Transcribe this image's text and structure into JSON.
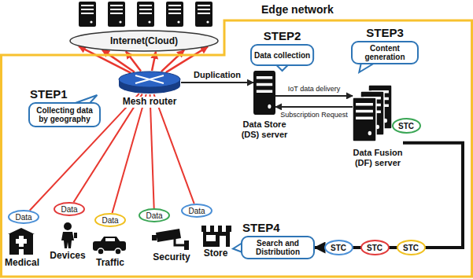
{
  "diagram": {
    "nodes": [
      {
        "text": [
          "Edge network"
        ]
      },
      {
        "text": [
          "Internet(Cloud)"
        ]
      },
      {
        "text": [
          "STEP1",
          "Collecting data by geography"
        ],
        "in": 0
      },
      {
        "text": [
          "Mesh router"
        ],
        "in": 0
      },
      {
        "text": [
          "STEP2",
          "Data collection"
        ],
        "in": 0
      },
      {
        "text": [
          "Data Store (DS) server"
        ],
        "in": 0
      },
      {
        "text": [
          "STEP3",
          "Content generation"
        ],
        "in": 0
      },
      {
        "text": [
          "Data Fusion (DF) server"
        ],
        "in": 0
      },
      {
        "text": [
          "STC"
        ],
        "in": 7
      },
      {
        "text": [
          "Data"
        ],
        "in": 0
      },
      {
        "text": [
          "Data"
        ],
        "in": 0
      },
      {
        "text": [
          "Data"
        ],
        "in": 0
      },
      {
        "text": [
          "Data"
        ],
        "in": 0
      },
      {
        "text": [
          "Data"
        ],
        "in": 0
      },
      {
        "text": [
          "STEP4",
          "Search and Distribution"
        ],
        "in": 0
      },
      {
        "text": [
          "STC"
        ],
        "in": 0
      },
      {
        "text": [
          "STC"
        ],
        "in": 0
      },
      {
        "text": [
          "STC"
        ],
        "in": 0
      }
    ],
    "edges": [
      {
        "from": 3,
        "to": 1,
        "arrow": "to"
      },
      {
        "from": 3,
        "to": 1,
        "arrow": "to"
      },
      {
        "from": 3,
        "to": 1,
        "arrow": "to"
      },
      {
        "from": 3,
        "to": 1,
        "arrow": "to"
      },
      {
        "from": 3,
        "to": 1,
        "arrow": "to"
      },
      {
        "from": 3,
        "to": 1,
        "arrow": "to"
      },
      {
        "from": 3,
        "to": 5,
        "label": "Duplication",
        "arrow": "to"
      },
      {
        "from": 5,
        "to": 7,
        "label": "IoT data delivery",
        "arrow": "to"
      },
      {
        "from": 7,
        "to": 5,
        "label": "Subscription Request",
        "arrow": "to"
      },
      {
        "from": 9,
        "to": 3,
        "arrow": "none"
      },
      {
        "from": 10,
        "to": 3,
        "arrow": "none"
      },
      {
        "from": 11,
        "to": 3,
        "arrow": "none"
      },
      {
        "from": 12,
        "to": 3,
        "arrow": "none"
      },
      {
        "from": 13,
        "to": 3,
        "arrow": "none"
      },
      {
        "from": 7,
        "to": 14,
        "arrow": "to"
      }
    ],
    "labels": [
      "Medical",
      "Devices",
      "Traffic",
      "Security",
      "Store"
    ]
  }
}
